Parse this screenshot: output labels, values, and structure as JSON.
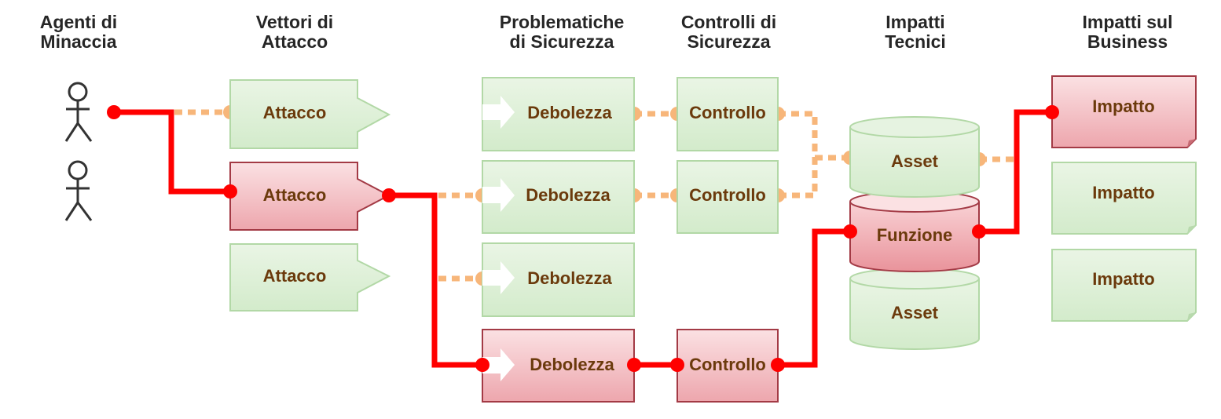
{
  "columns": {
    "agents": "Agenti di\nMinaccia",
    "vectors": "Vettori di\nAttacco",
    "weaknesses": "Problematiche\ndi Sicurezza",
    "controls": "Controlli di\nSicurezza",
    "technical": "Impatti\nTecnici",
    "business": "Impatti sul\nBusiness"
  },
  "attacks": [
    {
      "label": "Attacco",
      "state": "normal"
    },
    {
      "label": "Attacco",
      "state": "highlighted"
    },
    {
      "label": "Attacco",
      "state": "normal"
    }
  ],
  "weaknesses": [
    {
      "label": "Debolezza",
      "state": "normal"
    },
    {
      "label": "Debolezza",
      "state": "normal"
    },
    {
      "label": "Debolezza",
      "state": "normal"
    },
    {
      "label": "Debolezza",
      "state": "highlighted"
    }
  ],
  "controls": [
    {
      "label": "Controllo",
      "state": "normal"
    },
    {
      "label": "Controllo",
      "state": "normal"
    },
    {
      "label": "Controllo",
      "state": "highlighted"
    }
  ],
  "technical": [
    {
      "label": "Asset",
      "state": "normal"
    },
    {
      "label": "Funzione",
      "state": "highlighted"
    },
    {
      "label": "Asset",
      "state": "normal"
    }
  ],
  "business": [
    {
      "label": "Impatto",
      "state": "highlighted"
    },
    {
      "label": "Impatto",
      "state": "normal"
    },
    {
      "label": "Impatto",
      "state": "normal"
    }
  ],
  "colors": {
    "attack_path": "#ff0000",
    "potential_path": "#f7b67a",
    "normal_fill": "#dcefd6",
    "normal_stroke": "#b2d8a6",
    "highlight_fill": "#f2b8bc",
    "highlight_stroke": "#a33a45",
    "label": "#6b3a0c"
  }
}
